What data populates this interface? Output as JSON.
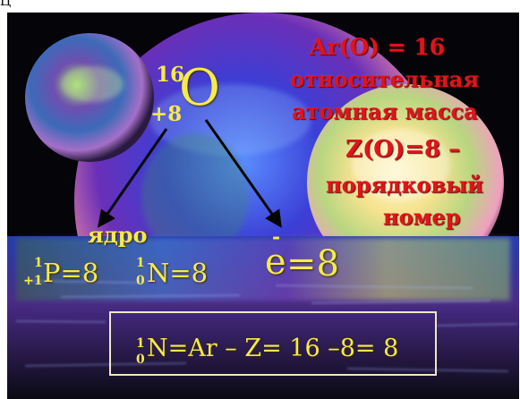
{
  "corner_label": "Ц",
  "atom": {
    "mass_number": "16",
    "charge": "+8",
    "symbol": "O"
  },
  "info": {
    "ar": "Ar(O) = 16",
    "relative_1": "относительная",
    "relative_2": "атомная масса",
    "z": "Z(O)=8  –",
    "ordinal_1": "порядковый",
    "ordinal_2": "номер"
  },
  "nucleus": {
    "label": "ядро",
    "proton_top": "1",
    "proton_bottom": "+1",
    "proton_text": "P=8",
    "neutron_top": "1",
    "neutron_bottom": "0",
    "neutron_text": "N=8"
  },
  "electron": {
    "symbol": "e",
    "bar": "-",
    "text": "=8"
  },
  "formula": {
    "top": "1",
    "bottom": "0",
    "text": "N=Ar – Z= 16 –8= 8"
  }
}
